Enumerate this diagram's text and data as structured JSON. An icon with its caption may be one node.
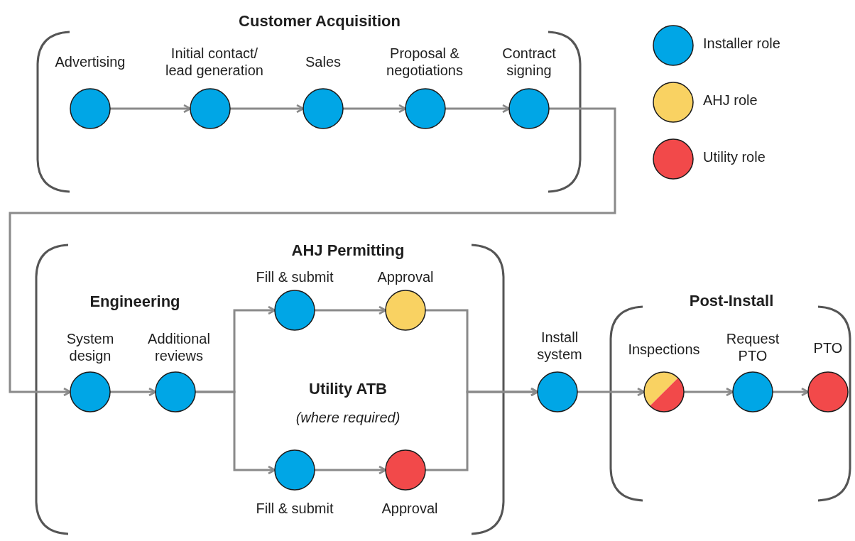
{
  "diagram": {
    "nodes": [
      {
        "text": [
          "Customer Acquisition"
        ]
      },
      {
        "text": [
          "Advertising"
        ],
        "in": 0
      },
      {
        "text": [
          "Initial contact/ lead generation"
        ],
        "in": 0
      },
      {
        "text": [
          "Sales"
        ],
        "in": 0
      },
      {
        "text": [
          "Proposal & negotiations"
        ],
        "in": 0
      },
      {
        "text": [
          "Contract signing"
        ],
        "in": 0
      },
      {
        "text": [],
        "shape": "bracket"
      },
      {
        "text": [
          "System design"
        ],
        "in": 6
      },
      {
        "text": [
          "Additional reviews"
        ],
        "in": 6
      },
      {
        "text": [
          "Fill & submit"
        ],
        "in": 6
      },
      {
        "text": [
          "Approval"
        ],
        "in": 6
      },
      {
        "text": [
          "Fill & submit"
        ],
        "in": 6
      },
      {
        "text": [
          "Approval"
        ],
        "in": 6
      },
      {
        "text": [
          "Install system"
        ]
      },
      {
        "text": [
          "Post-Install"
        ]
      },
      {
        "text": [
          "Inspections"
        ],
        "in": 14
      },
      {
        "text": [
          "Request PTO"
        ],
        "in": 14
      },
      {
        "text": [
          "PTO"
        ],
        "in": 14
      }
    ],
    "edges": [
      {
        "from": 1,
        "to": 2,
        "arrow": "to"
      },
      {
        "from": 2,
        "to": 3,
        "arrow": "to"
      },
      {
        "from": 3,
        "to": 4,
        "arrow": "to"
      },
      {
        "from": 4,
        "to": 5,
        "arrow": "to"
      },
      {
        "from": 5,
        "to": 7,
        "arrow": "to"
      },
      {
        "from": 7,
        "to": 8,
        "arrow": "to"
      },
      {
        "from": 8,
        "to": 9,
        "arrow": "to"
      },
      {
        "from": 8,
        "to": 11,
        "arrow": "to"
      },
      {
        "from": 9,
        "to": 10,
        "arrow": "to"
      },
      {
        "from": 11,
        "to": 12,
        "arrow": "to"
      },
      {
        "from": 10,
        "to": 13,
        "arrow": "to"
      },
      {
        "from": 12,
        "to": 13,
        "arrow": "to"
      },
      {
        "from": 13,
        "to": 15,
        "arrow": "to"
      },
      {
        "from": 15,
        "to": 16,
        "arrow": "to"
      },
      {
        "from": 16,
        "to": 17,
        "arrow": "to"
      }
    ],
    "labels": [
      "Engineering",
      "AHJ Permitting",
      "Utility ATB",
      "(where required)"
    ],
    "legend": [
      {
        "text": "Installer role",
        "color": "#00a6e6"
      },
      {
        "text": "AHJ role",
        "color": "#f9d262"
      },
      {
        "text": "Utility role",
        "color": "#f2494a"
      }
    ]
  }
}
